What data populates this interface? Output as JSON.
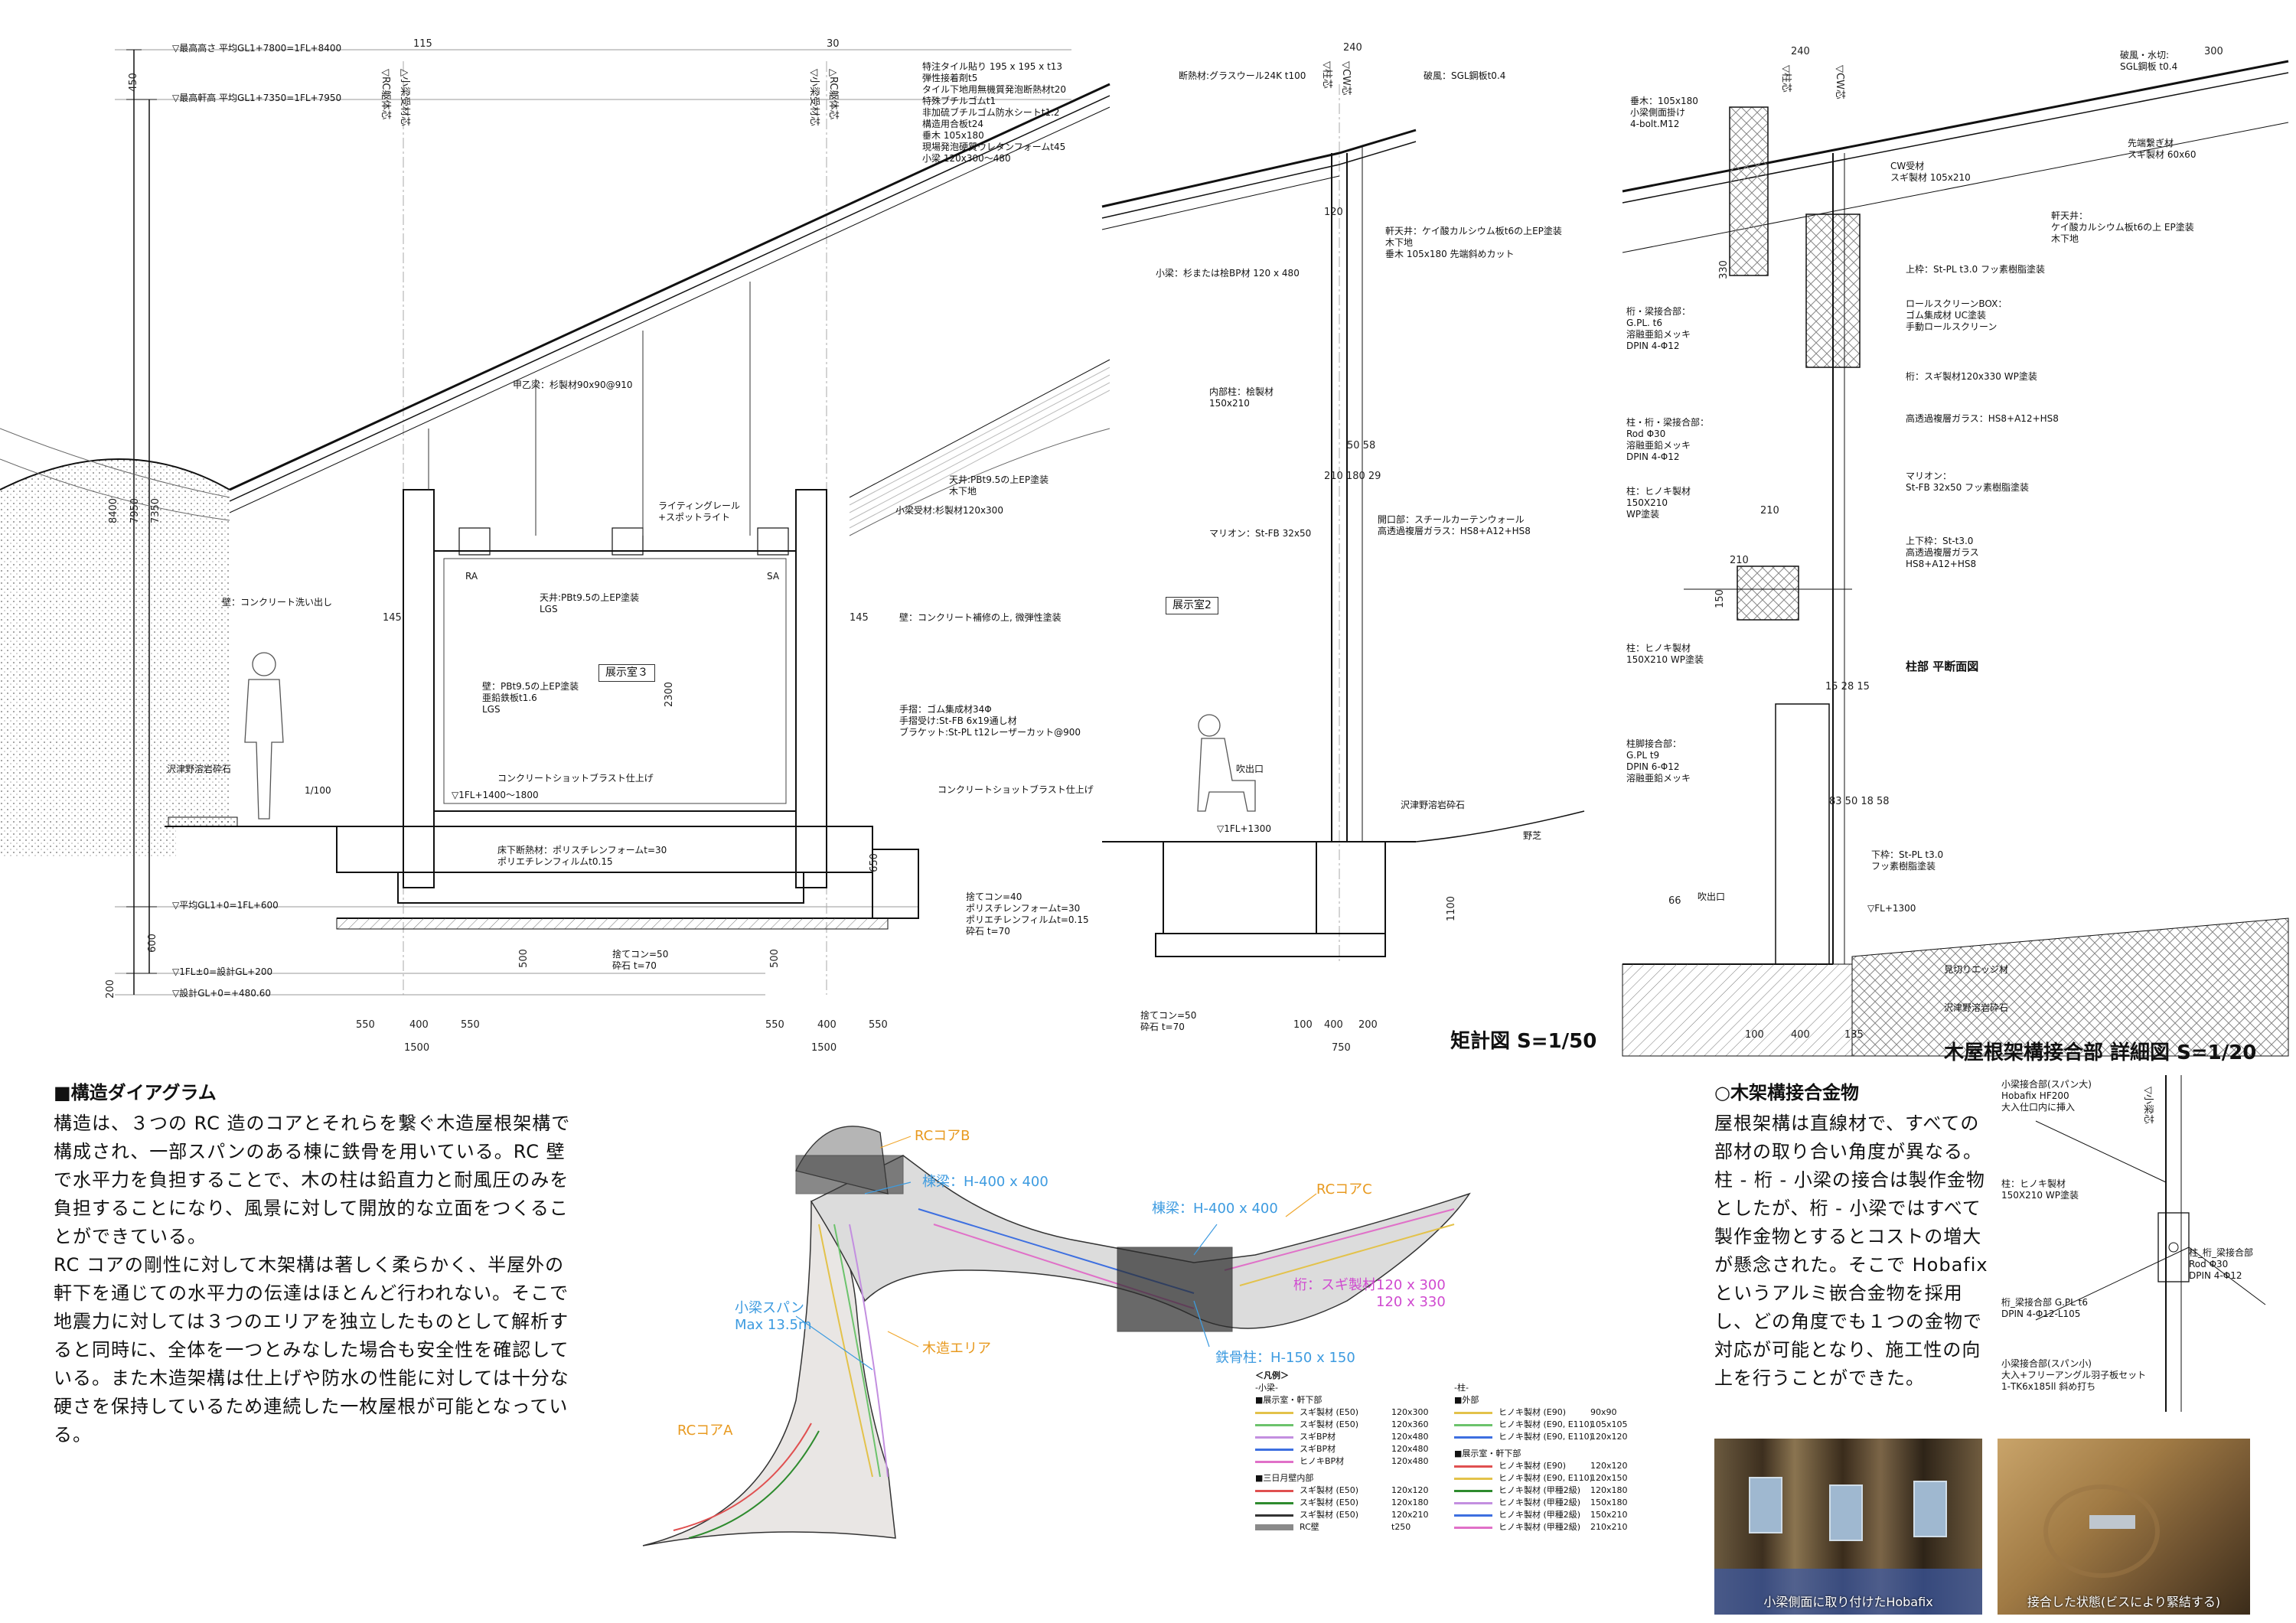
{
  "titles": {
    "section": "矩計図 S=1/50",
    "detail": "木屋根架構接合部 詳細図 S=1/20",
    "plan": "柱部 平断面図"
  },
  "levels": {
    "max_height": "▽最高高さ 平均GL1+7800=1FL+8400",
    "max_eave": "▽最高軒高 平均GL1+7350=1FL+7950",
    "gl1": "▽平均GL1+0=1FL+600",
    "fl0": "▽1FL±0=設計GL+200",
    "design_gl": "▽設計GL+0=+480.60",
    "fl1400": "▽1FL+1400〜1800",
    "fl1300a": "▽1FL+1300",
    "fl1300b": "▽FL+1300"
  },
  "rooms": {
    "room3": "展示室３",
    "room2": "展示室2",
    "ra": "RA",
    "sa": "SA"
  },
  "section_notes": {
    "roof_spec": "特注タイル貼り 195 x 195 x t13\n弾性接着剤t5\nタイル下地用無機質発泡断熱材t20\n特殊ブチルゴムt1\n非加硫ブチルゴム防水シートt1.2\n構造用合板t24\n垂木 105x180\n現場発泡硬質ウレタンフォームt45\n小梁 120x300〜480",
    "sub_rafter": "甲乙梁：杉製材90x90@910",
    "lighting": "ライティングレール\n+スポットライト",
    "ceiling_left": "天井:PBt9.5の上EP塗装\nLGS",
    "wall_left": "壁：PBt9.5の上EP塗装\n亜鉛鉄板t1.6\nLGS",
    "wall_conc": "壁：コンクリート洗い出し",
    "conc_blast_a": "コンクリートショットブラスト仕上げ",
    "conc_blast_b": "コンクリートショットブラスト仕上げ",
    "floor_ins": "床下断熱材：ポリスチレンフォームt=30\nポリエチレンフィルムt0.15",
    "gravel_a": "沢津野溶岩砕石",
    "gravel_b": "沢津野溶岩砕石",
    "gravel_c": "沢津野溶岩砕石",
    "slope": "1/100",
    "ceiling_right": "天井:PBt9.5の上EP塗装\n木下地",
    "ko_beam": "小梁受材:杉製材120x300",
    "wall_repair": "壁：コンクリート補修の上, 微弾性塗装",
    "handrail": "手摺：ゴム集成材34Φ\n手摺受け:St-FB 6x19通し材\nブラケット:St-PL t12レーザーカット@900",
    "base_a": "捨てコン=50\n砕石 t=70",
    "base_b": "捨てコン=40\nポリスチレンフォームt=30\nポリエチレンフィルムt=0.15\n砕石 t=70",
    "base_c": "捨てコン=50\n砕石 t=70",
    "insul": "断熱材:グラスウール24K t100",
    "glass_roof": "破風：SGL鋼板t0.4",
    "beam_small": "小梁：杉または桧BP材 120 x 480",
    "soffit": "軒天井：ケイ酸カルシウム板t6の上EP塗装\n木下地\n垂木 105x180 先端斜めカット",
    "inner_col": "内部柱：桧製材\n150x210",
    "mullion_l": "マリオン：St-FB 32x50",
    "opening": "開口部：スチールカーテンウォール\n高透過複層ガラス：HS8+A12+HS8",
    "outlet": "吹出口",
    "turf": "野芝"
  },
  "detail_notes": {
    "rafter": "垂木：105x180\n小梁側面掛け\n4-bolt.M12",
    "cw": "CW受材\nスギ製材 105x210",
    "fascia": "破風・水切:\nSGL鋼板 t0.4",
    "tip": "先端繋ぎ材\nスギ製材 60x60",
    "eave": "軒天井：\nケイ酸カルシウム板t6の上 EP塗装\n木下地",
    "joint1": "桁・梁接合部：\nG.PL. t6\n溶融亜鉛メッキ\nDPIN 4-Φ12",
    "upper": "上枠：St-PL t3.0 フッ素樹脂塗装",
    "rollscreen": "ロールスクリーンBOX：\nゴム集成材 UC塗装\n手動ロールスクリーン",
    "girder": "桁：スギ製材120x330 WP塗装",
    "joint2": "柱・桁・梁接合部：\nRod Φ30\n溶融亜鉛メッキ\nDPIN 4-Φ12",
    "glass": "高透過複層ガラス：HS8+A12+HS8",
    "mullion": "マリオン：\nSt-FB 32x50 フッ素樹脂塗装",
    "col1": "柱：ヒノキ製材\n150X210\nWP塗装",
    "upper_lower": "上下枠：St-t3.0\n高透過複層ガラス\nHS8+A12+HS8",
    "col2": "柱：ヒノキ製材\n150X210 WP塗装",
    "joint3": "柱脚接合部：\nG.PL t9\nDPIN 6-Φ12\n溶融亜鉛メッキ",
    "lower": "下枠：St-PL t3.0\nフッ素樹脂塗装",
    "outlet": "吹出口",
    "edge": "見切りエッジ材",
    "gravel": "沢津野溶岩砕石"
  },
  "structure": {
    "heading": "■構造ダイアグラム",
    "paragraphs": [
      "構造は、３つの RC 造のコアとそれらを繋ぐ木造屋根架構で構成され、一部スパンのある棟に鉄骨を用いている。RC 壁で水平力を負担することで、木の柱は鉛直力と耐風圧のみを負担することになり、風景に対して開放的な立面をつくることができている。",
      "RC コアの剛性に対して木架構は著しく柔らかく、半屋外の軒下を通じての水平力の伝達はほとんど行われない。そこで地震力に対しては３つのエリアを独立したものとして解析すると同時に、全体を一つとみなした場合も安全性を確認している。また木造架構は仕上げや防水の性能に対しては十分な硬さを保持しているため連続した一枚屋根が可能となっている。"
    ]
  },
  "diagram_labels": {
    "core_b": "RCコアB",
    "core_c": "RCコアC",
    "core_a": "RCコアA",
    "ridge1": "棟梁：H-400 x 400",
    "ridge2": "棟梁：H-400 x 400",
    "girder": "桁：スギ製材120 x 300\n120 x 330",
    "steel_col": "鉄骨柱：H-150 x 150",
    "wood_area": "木造エリア",
    "span": "小梁スパン\nMax 13.5m"
  },
  "legend": {
    "title": "＜凡例＞",
    "group_left": "-小梁-",
    "sub1": "■展示室・軒下部",
    "items1": [
      {
        "name": "スギ製材 (E50)",
        "dim": "120x300",
        "color": "#e3c24a"
      },
      {
        "name": "スギ製材 (E50)",
        "dim": "120x360",
        "color": "#6cc36c"
      },
      {
        "name": "スギBP材",
        "dim": "120x480",
        "color": "#c38fe0"
      },
      {
        "name": "スギBP材",
        "dim": "120x480",
        "color": "#3d6fe0"
      },
      {
        "name": "ヒノキBP材",
        "dim": "120x480",
        "color": "#e070c8"
      }
    ],
    "sub2": "■三日月壁内部",
    "items2": [
      {
        "name": "スギ製材 (E50)",
        "dim": "120x120",
        "color": "#e05050"
      },
      {
        "name": "スギ製材 (E50)",
        "dim": "120x180",
        "color": "#2e8b2e"
      },
      {
        "name": "スギ製材 (E50)",
        "dim": "120x210",
        "color": "#333333"
      },
      {
        "name": "RC壁",
        "dim": "t250",
        "color": "#8a8a8a"
      }
    ],
    "group_right": "-柱-",
    "sub3": "■外部",
    "items3": [
      {
        "name": "ヒノキ製材 (E90)",
        "dim": "90x90",
        "color": "#e3c24a"
      },
      {
        "name": "ヒノキ製材 (E90, E110)",
        "dim": "105x105",
        "color": "#6cc36c"
      },
      {
        "name": "ヒノキ製材 (E90, E110)",
        "dim": "120x120",
        "color": "#3d6fe0"
      }
    ],
    "sub4": "■展示室・軒下部",
    "items4": [
      {
        "name": "ヒノキ製材 (E90)",
        "dim": "120x120",
        "color": "#e05050"
      },
      {
        "name": "ヒノキ製材 (E90, E110)",
        "dim": "120x150",
        "color": "#e3c24a"
      },
      {
        "name": "ヒノキ製材 (甲種2級)",
        "dim": "120x180",
        "color": "#2e8b2e"
      },
      {
        "name": "ヒノキ製材 (甲種2級)",
        "dim": "150x180",
        "color": "#c38fe0"
      },
      {
        "name": "ヒノキ製材 (甲種2級)",
        "dim": "150x210",
        "color": "#3d6fe0"
      },
      {
        "name": "ヒノキ製材 (甲種2級)",
        "dim": "210x210",
        "color": "#e070c8"
      }
    ]
  },
  "hardware": {
    "heading": "○木架構接合金物",
    "text": "屋根架構は直線材で、すべての部材の取り合い角度が異なる。柱 - 桁 - 小梁の接合は製作金物としたが、桁 - 小梁ではすべて製作金物とするとコストの増大が懸念された。そこで Hobafix というアルミ嵌合金物を採用し、どの角度でも１つの金物で対応が可能となり、施工性の向上を行うことができた。",
    "n1": "小梁接合部(スパン大)\nHobafix HF200\n大入仕口内に挿入",
    "n2": "柱：ヒノキ製材\n150X210 WP塗装",
    "n3": "柱_桁_梁接合部\nRod Φ30\nDPIN 4-Φ12",
    "n4": "桁_梁接合部 G.PL t6\nDPIN 4-Φ12-L105",
    "n5": "小梁接合部(スパン小)\n大入+フリーアングル羽子板セット\n1-TK6x185ll 斜め打ち",
    "axis": "▽小梁芯",
    "photo1": "小梁側面に取り付けたHobafix",
    "photo2": "接合した状態(ビスにより緊結する)"
  },
  "axes": {
    "rc_l": "▽RC躯体芯",
    "kb_l": "△小梁受材芯",
    "kb_r": "▽小梁受材芯",
    "rc_r": "△RC躯体芯",
    "col_c": "▽柱芯",
    "cw_c": "▽CW芯",
    "col_d": "▽柱芯",
    "cw_d": "▽CW芯"
  },
  "dims": {
    "v_total": "8400",
    "v_7950": "7950",
    "v_7350": "7350",
    "v_450": "450",
    "v_600": "600",
    "v_200": "200",
    "d115": "115",
    "d30": "30",
    "d240": "240",
    "d300": "300",
    "b550a": "550",
    "b400a": "400",
    "b550b": "550",
    "b1500a": "1500",
    "b550c": "550",
    "b400b": "400",
    "b550d": "550",
    "b1500b": "1500",
    "b100": "100",
    "b400c": "400",
    "b200": "200",
    "b750": "750",
    "b100d": "100",
    "b400d": "400",
    "b135": "135",
    "h145a": "145",
    "h145b": "145",
    "h2300": "2300",
    "h120": "120",
    "h210": "210",
    "h150": "150",
    "h5058": "50  58",
    "h21018029": "210 180  29",
    "h8350": "83 50 18  58",
    "h15": "15 28 15",
    "h66": "66",
    "h1100": "1100",
    "h500a": "500",
    "h500b": "500",
    "h650": "650",
    "h600": "600",
    "h330": "330"
  }
}
